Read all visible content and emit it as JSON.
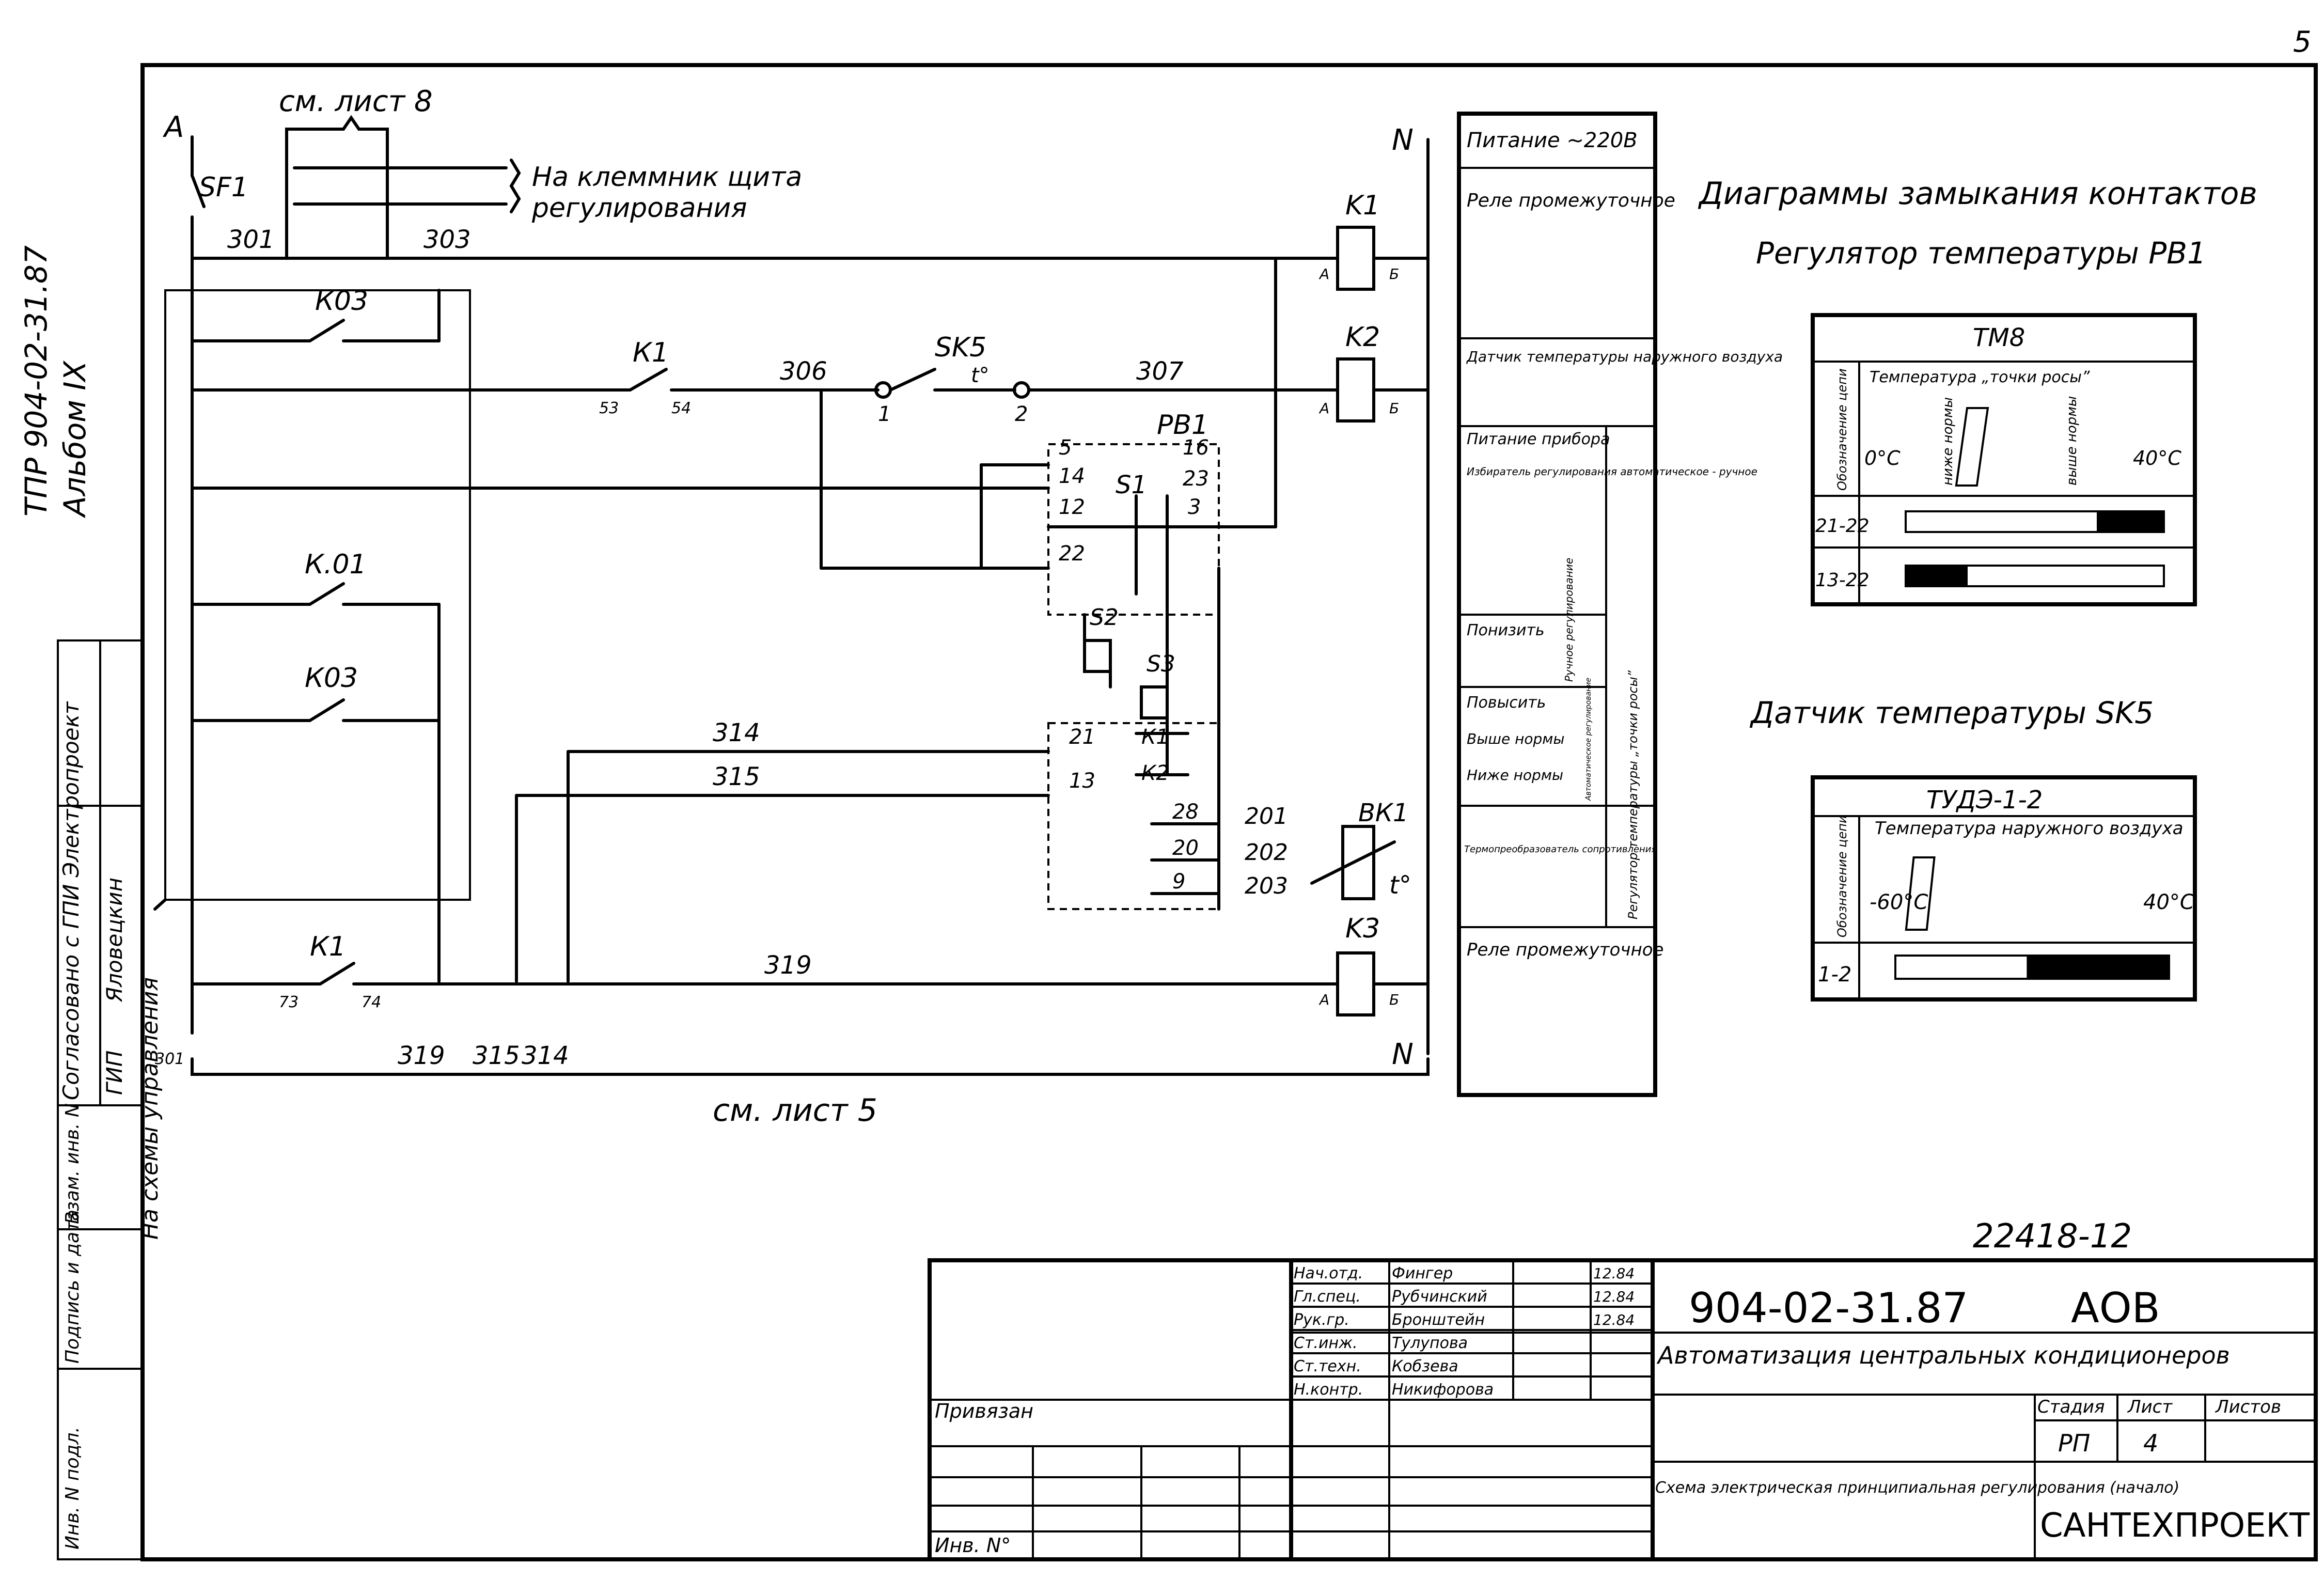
{
  "page_number": "5",
  "side_stamp": {
    "doc_line1": "ТПР 904-02-31.87",
    "doc_line2": "Альбом IX",
    "approved_by": "Согласовано с ГПИ Электропроект",
    "gip_label": "ГИП",
    "gip_name": "Яловецкин",
    "inv_vzam": "Взам. инв. N",
    "podpis_data": "Подпись и дата",
    "inv_podl": "Инв. N подл.",
    "scheme_note": "На схемы управления"
  },
  "schematic": {
    "phase_label": "А",
    "neutral_label": "N",
    "breaker": "SF1",
    "see_sheet_top": "см. лист 8",
    "terminal_note_line1": "На клеммник щита",
    "terminal_note_line2": "регулирования",
    "see_sheet_bottom": "см. лист 5",
    "wires": [
      "301",
      "303",
      "306",
      "307",
      "314",
      "315",
      "319",
      "201",
      "202",
      "203"
    ],
    "bottom_wires": [
      "301",
      "319",
      "315",
      "314"
    ],
    "contacts": {
      "k03_top": "К03",
      "k1_mid": "К1",
      "k1_pins": [
        "53",
        "54"
      ],
      "sk5": "SK5",
      "sk5_pins": [
        "1",
        "2"
      ],
      "sk5_t": "t°",
      "k01": "К.01",
      "k03_mid": "К03",
      "k1_bottom": "К1",
      "k1_bottom_pins": [
        "73",
        "74"
      ]
    },
    "coils": [
      "K1",
      "K2",
      "K3"
    ],
    "coil_pins": [
      "А",
      "Б"
    ],
    "device": {
      "name": "РВ1",
      "terminals": [
        "5",
        "14",
        "12",
        "22",
        "21",
        "13",
        "16",
        "23",
        "3",
        "28",
        "20",
        "9"
      ],
      "switches": [
        "S1",
        "S2",
        "S3"
      ],
      "relays": [
        "К1",
        "К2"
      ],
      "sensor": "ВК1",
      "sensor_t": "t°"
    }
  },
  "legend_table": {
    "rows": [
      {
        "text": "Питание ~220В"
      },
      {
        "text": "Реле промежуточное"
      },
      {
        "text": "Датчик температуры наружного воздуха"
      },
      {
        "text": "Питание прибора"
      },
      {
        "text": "Избиратель регулирования автоматическое - ручное"
      },
      {
        "text": "Понизить"
      },
      {
        "text": "Повысить"
      },
      {
        "text": "Выше нормы"
      },
      {
        "text": "Ниже нормы"
      },
      {
        "text": "Термопреобразователь сопротивления"
      },
      {
        "text": "Реле промежуточное"
      }
    ],
    "side_labels": [
      "Регулятор температуры „точки росы”",
      "Ручное регулирование",
      "Автоматическое регулирование"
    ]
  },
  "diagrams": {
    "title": "Диаграммы замыкания контактов",
    "subtitle1": "Регулятор температуры РВ1",
    "table1": {
      "device": "ТМ8",
      "col_header": "Обозначение цепи",
      "param": "Температура „точки росы”",
      "scale_low": "0°С",
      "below": "ниже нормы",
      "above": "выше нормы",
      "scale_high": "40°С",
      "rows": [
        {
          "circuit": "21-22",
          "closed_from": 0.74,
          "closed_to": 1.0
        },
        {
          "circuit": "13-22",
          "closed_from": 0.0,
          "closed_to": 0.24
        }
      ]
    },
    "subtitle2": "Датчик температуры SK5",
    "table2": {
      "device": "ТУДЭ-1-2",
      "col_header": "Обозначение цепи",
      "param": "Температура наружного воздуха",
      "scale_low": "-60°С",
      "scale_high": "40°С",
      "rows": [
        {
          "circuit": "1-2",
          "closed_from": 0.48,
          "closed_to": 1.0
        }
      ]
    }
  },
  "title_block": {
    "sheet_ref": "22418-12",
    "doc_code": "904-02-31.87",
    "mark": "АОВ",
    "title": "Автоматизация центральных кондиционеров",
    "drawing": "Схема электрическая принципиальная регулирования (начало)",
    "stage_label": "Стадия",
    "sheet_label": "Лист",
    "sheets_label": "Листов",
    "stage": "РП",
    "sheet": "4",
    "org": "САНТЕХПРОЕКТ",
    "bound": "Привязан",
    "inv": "Инв. N°",
    "people": [
      {
        "role": "Нач.отд.",
        "name": "Фингер",
        "date": "12.84"
      },
      {
        "role": "Гл.спец.",
        "name": "Рубчинский",
        "date": "12.84"
      },
      {
        "role": "Рук.гр.",
        "name": "Бронштейн",
        "date": "12.84"
      },
      {
        "role": "Ст.инж.",
        "name": "Тулупова",
        "date": ""
      },
      {
        "role": "Ст.техн.",
        "name": "Кобзева",
        "date": ""
      },
      {
        "role": "Н.контр.",
        "name": "Никифорова",
        "date": ""
      }
    ]
  }
}
